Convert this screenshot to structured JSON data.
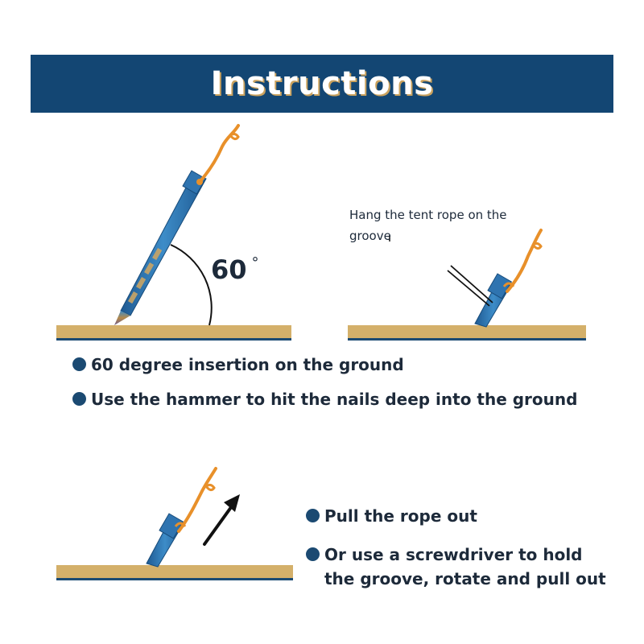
{
  "header": {
    "title": "Instructions"
  },
  "step1": {
    "angle_value": "60",
    "angle_unit": "°",
    "bullets": [
      "60 degree insertion on the ground",
      "Use the hammer to hit the nails deep into the ground"
    ]
  },
  "step2": {
    "callout": "Hang the tent rope on the groove"
  },
  "step3": {
    "bullets": [
      "Pull the rope out",
      "Or use a screwdriver to hold the groove, rotate and pull out"
    ]
  },
  "colors": {
    "banner": "#134673",
    "ground": "#d4b06a",
    "ground_edge": "#1b4a72",
    "stake": "#2f74b0",
    "rope": "#e8902a",
    "bullet": "#1b4a72"
  },
  "icons": [
    "tent-stake-icon",
    "rope-icon",
    "angle-arc-icon",
    "arrow-up-right-icon"
  ]
}
